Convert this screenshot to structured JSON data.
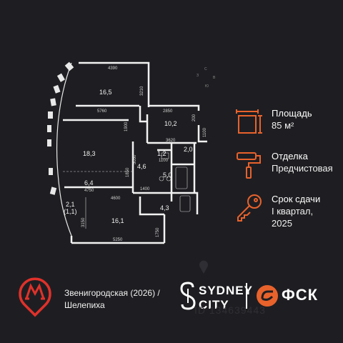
{
  "plan": {
    "rooms": [
      {
        "id": "r1",
        "label": "16,5"
      },
      {
        "id": "r2",
        "label": "10,2"
      },
      {
        "id": "r3",
        "label": "2,0"
      },
      {
        "id": "r4",
        "label": "18,3"
      },
      {
        "id": "r5",
        "label": "1,2"
      },
      {
        "id": "r6",
        "label": "4,6"
      },
      {
        "id": "r7",
        "label": "5,0"
      },
      {
        "id": "r8",
        "label": "6,4"
      },
      {
        "id": "r9",
        "label": "2,1"
      },
      {
        "id": "r10",
        "label": "(1,1)"
      },
      {
        "id": "r11",
        "label": "4,3"
      },
      {
        "id": "r12",
        "label": "16,1"
      }
    ],
    "dimensions": {
      "d4390": "4390",
      "d3210": "3210",
      "d5760": "5760",
      "d2850": "2850",
      "d200": "200",
      "d1900": "1900",
      "d3620": "3620",
      "d1100": "1100",
      "d5050": "5050",
      "d1100b": "1100",
      "d1850": "1850",
      "d4750": "4750",
      "d4600": "4600",
      "d1400": "1400",
      "d3150": "3150",
      "d1750": "1750",
      "d5250": "5250"
    },
    "compass": {
      "c": "С",
      "v": "В",
      "yu": "Ю",
      "z": "З"
    }
  },
  "info": {
    "area_label": "Площадь",
    "area_value": "85 м²",
    "finish_label": "Отделка",
    "finish_value": "Предчистовая",
    "deadline_label": "Срок сдачи",
    "deadline_value_1": "I квартал,",
    "deadline_value_2": "2025",
    "accent_color": "#e8622c"
  },
  "footer": {
    "metro_line1": "Звенигородская (2026) /",
    "metro_line2": "Шелепиха",
    "sydney_line1": "SYDNEY",
    "sydney_line2": "CITY",
    "fsk": "ФСК",
    "watermark": "ID 134639443",
    "metro_icon": "metro-m-icon",
    "map_pin_icon": "map-pin-icon"
  }
}
